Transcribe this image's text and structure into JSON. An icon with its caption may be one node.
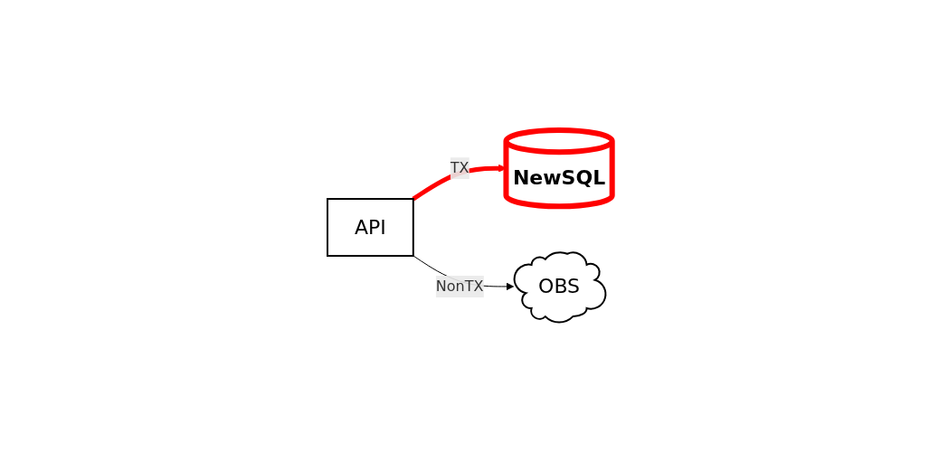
{
  "diagram": {
    "nodes": [
      {
        "text": [
          "API"
        ]
      },
      {
        "text": [
          "NewSQL"
        ]
      },
      {
        "text": [
          "OBS"
        ]
      }
    ],
    "edges": [
      {
        "from": 0,
        "to": 1,
        "arrow": "to",
        "label": "TX",
        "style": "thick",
        "color": "#ff0000"
      },
      {
        "from": 0,
        "to": 2,
        "arrow": "to",
        "label": "NonTX",
        "color": "#000000"
      }
    ]
  }
}
